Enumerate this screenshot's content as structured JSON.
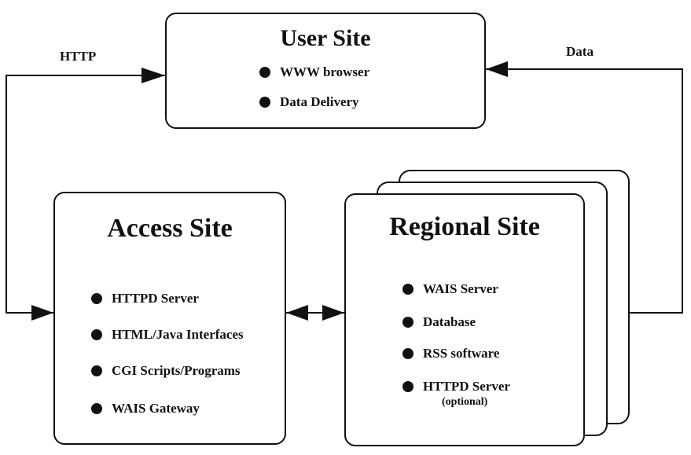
{
  "connectors": {
    "http_label": "HTTP",
    "data_label": "Data"
  },
  "user_site": {
    "title": "User Site",
    "items": [
      "WWW browser",
      "Data Delivery"
    ]
  },
  "access_site": {
    "title": "Access Site",
    "items": [
      "HTTPD Server",
      "HTML/Java Interfaces",
      "CGI Scripts/Programs",
      "WAIS Gateway"
    ]
  },
  "regional_site": {
    "title": "Regional Site",
    "items": [
      "WAIS Server",
      "Database",
      "RSS software",
      "HTTPD Server"
    ],
    "note": "(optional)"
  }
}
